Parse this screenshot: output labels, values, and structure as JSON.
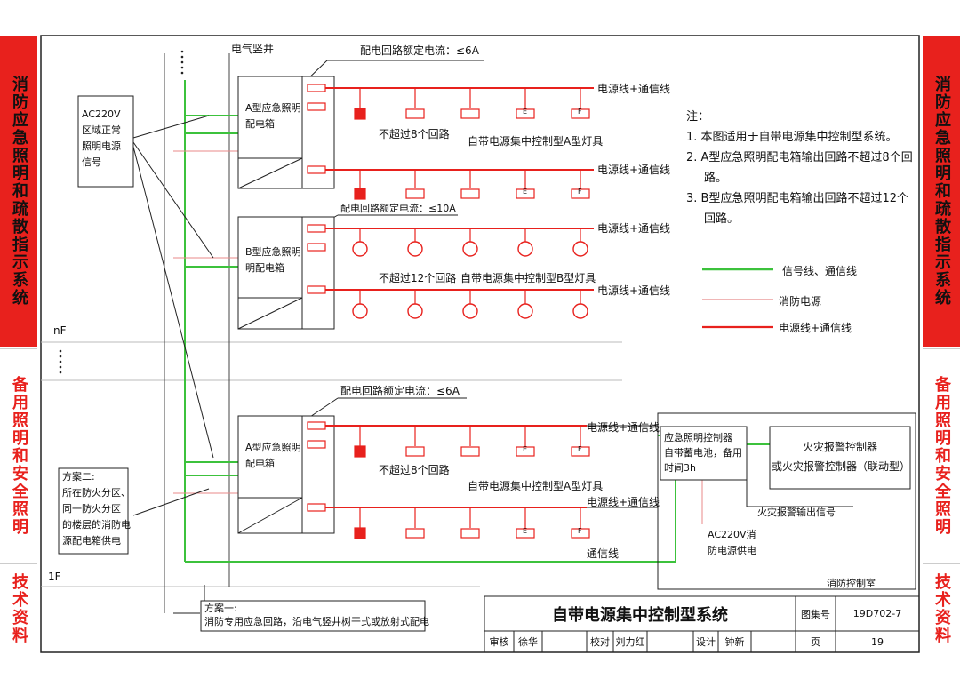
{
  "side_left": {
    "top": "消防应急照明和疏散指示系统",
    "mid": "备用照明和安全照明",
    "bot": "技术资料"
  },
  "side_right": {
    "top": "消防应急照明和疏散指示系统",
    "mid": "备用照明和安全照明",
    "bot": "技术资料"
  },
  "colors": {
    "power_line": "#e8211d",
    "signal_line": "#3cc23c",
    "fire_power": "#e88a8a",
    "frame": "#222222"
  },
  "diagram": {
    "shaft_label": "电气竖井",
    "floor_nf": "nF",
    "floor_1f": "1F",
    "ac_box": [
      "AC220V",
      "区域正常",
      "照明电源",
      "信号"
    ],
    "box_a1": [
      "A型应急照明",
      "配电箱"
    ],
    "box_b": [
      "B型应急照明",
      "明配电箱"
    ],
    "box_a2": [
      "A型应急照明",
      "配电箱"
    ],
    "rating_6a_top": "配电回路额定电流：≤6A",
    "rating_10a": "配电回路额定电流：≤10A",
    "rating_6a_bot": "配电回路额定电流：≤6A",
    "line_label": "电源线+通信线",
    "max8": "不超过8个回路",
    "max12": "不超过12个回路",
    "lamp_a": "自带电源集中控制型A型灯具",
    "lamp_b": "自带电源集中控制型B型灯具",
    "scheme2": [
      "方案二:",
      "所在防火分区、",
      "同一防火分区",
      "的楼层的消防电",
      "源配电箱供电"
    ],
    "scheme1": [
      "方案一:",
      "消防专用应急回路，沿电气竖井树干式或放射式配电"
    ],
    "comm_line": "通信线",
    "controller": [
      "应急照明控制器",
      "自带蓄电池，备用",
      "时间3h"
    ],
    "fire_alarm": [
      "火灾报警控制器",
      "或火灾报警控制器（联动型）"
    ],
    "fire_signal": "火灾报警输出信号",
    "ac_fire": [
      "AC220V消",
      "防电源供电"
    ],
    "control_room": "消防控制室",
    "lamp_marks": [
      "E",
      "F"
    ]
  },
  "notes": {
    "heading": "注：",
    "items": [
      "1. 本图适用于自带电源集中控制型系统。",
      "2. A型应急照明配电箱输出回路不超过8个回",
      "路。",
      "3. B型应急照明配电箱输出回路不超过12个",
      "回路。"
    ]
  },
  "legend": [
    {
      "label": "信号线、通信线",
      "color": "#3cc23c"
    },
    {
      "label": "消防电源",
      "color": "#e88a8a"
    },
    {
      "label": "电源线+通信线",
      "color": "#e8211d"
    }
  ],
  "title_block": {
    "title": "自带电源集中控制型系统",
    "atlas_label": "图集号",
    "atlas_no": "19D702-7",
    "review_label": "审核",
    "reviewer": "徐华",
    "check_label": "校对",
    "checker": "刘力红",
    "design_label": "设计",
    "designer": "钟新",
    "page_label": "页",
    "page_no": "19"
  }
}
